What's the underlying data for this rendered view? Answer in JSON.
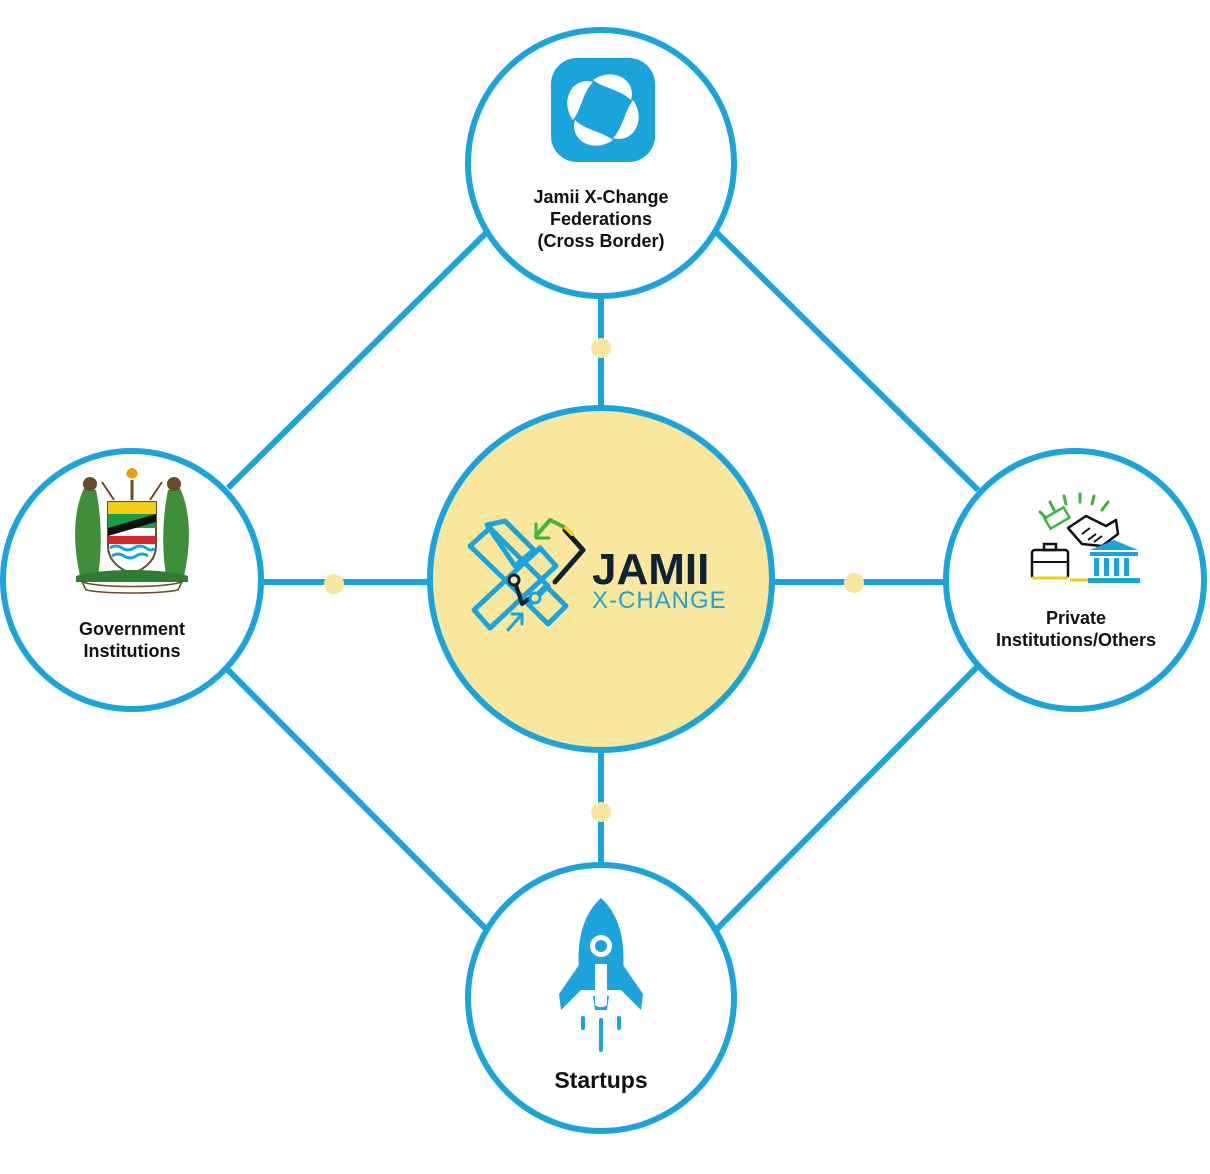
{
  "colors": {
    "ring": "#1ba3dc",
    "connector": "#1ba3dc",
    "hub_fill": "#f8e79c",
    "dot": "#f8e79c",
    "label": "#111111",
    "logo_text": "#0e2236",
    "logo_subtext": "#1ba3dc",
    "accent_green": "#3cb53a",
    "accent_yellow": "#f3cf13"
  },
  "hub": {
    "logo_word": "JAMII",
    "logo_subword": "X-CHANGE",
    "icon": "jamii-xchange-logo-icon"
  },
  "nodes": {
    "top": {
      "lines": [
        "Jamii X-Change",
        "Federations",
        "(Cross Border)"
      ],
      "icon": "pinwheel-icon"
    },
    "left": {
      "lines": [
        "Government",
        "Institutions"
      ],
      "icon": "coat-of-arms-icon"
    },
    "right": {
      "lines": [
        "Private",
        "Institutions/Others"
      ],
      "icon": "handshake-briefcase-bank-icon"
    },
    "bottom": {
      "lines": [
        "Startups"
      ],
      "icon": "rocket-icon"
    }
  }
}
